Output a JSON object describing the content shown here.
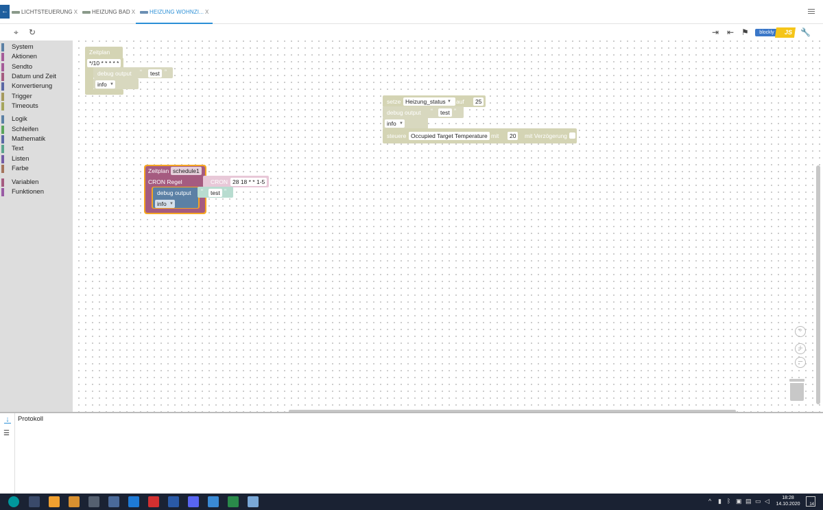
{
  "tabs": [
    {
      "label": "LICHTSTEUERUNG",
      "close": "X"
    },
    {
      "label": "HEIZUNG BAD",
      "close": "X"
    },
    {
      "label": "HEIZUNG WOHNZI...",
      "close": "X"
    }
  ],
  "toolbar": {
    "blockly_label": "blockly",
    "js_label": "JS"
  },
  "sidebar": {
    "categories": [
      {
        "label": "System",
        "color": "#5b80a5"
      },
      {
        "label": "Aktionen",
        "color": "#a55b99"
      },
      {
        "label": "Sendto",
        "color": "#a55b99"
      },
      {
        "label": "Datum und Zeit",
        "color": "#a55b80"
      },
      {
        "label": "Konvertierung",
        "color": "#5b67a5"
      },
      {
        "label": "Trigger",
        "color": "#a5995b"
      },
      {
        "label": "Timeouts",
        "color": "#a5a55b"
      },
      {
        "label": "Logik",
        "color": "#5b80a5"
      },
      {
        "label": "Schleifen",
        "color": "#5ba55b"
      },
      {
        "label": "Mathematik",
        "color": "#5b67a5"
      },
      {
        "label": "Text",
        "color": "#5ba58c"
      },
      {
        "label": "Listen",
        "color": "#745ba5"
      },
      {
        "label": "Farbe",
        "color": "#a5745b"
      },
      {
        "label": "Variablen",
        "color": "#a55b80"
      },
      {
        "label": "Funktionen",
        "color": "#995ba5"
      }
    ]
  },
  "blocks": {
    "b1": {
      "title": "Zeitplan",
      "cron": "*/10 * * * * *",
      "debug_label": "debug output",
      "text": "test",
      "level": "info"
    },
    "b2": {
      "setze": "setze",
      "variable": "Heizung_status",
      "auf": "auf",
      "value": "25",
      "debug_label": "debug output",
      "text": "test",
      "level": "info",
      "steuere": "steuere",
      "state": "Occupied Target Temperature",
      "mit": "mit",
      "state_value": "20",
      "delay": "mit Verzögerung"
    },
    "b3": {
      "title": "Zeitplan",
      "name": "schedule1",
      "cron_rule": "CRON Regel",
      "cron_label": "CRON",
      "cron": "28 18 * * 1-5",
      "debug_label": "debug output",
      "text": "test",
      "level": "info"
    }
  },
  "log": {
    "title": "Protokoll"
  },
  "taskbar": {
    "time": "18:28",
    "date": "14.10.2020",
    "notif_count": "14"
  },
  "colors": {
    "accent": "#2b8fd6",
    "selected_outline": "#f5a623"
  }
}
